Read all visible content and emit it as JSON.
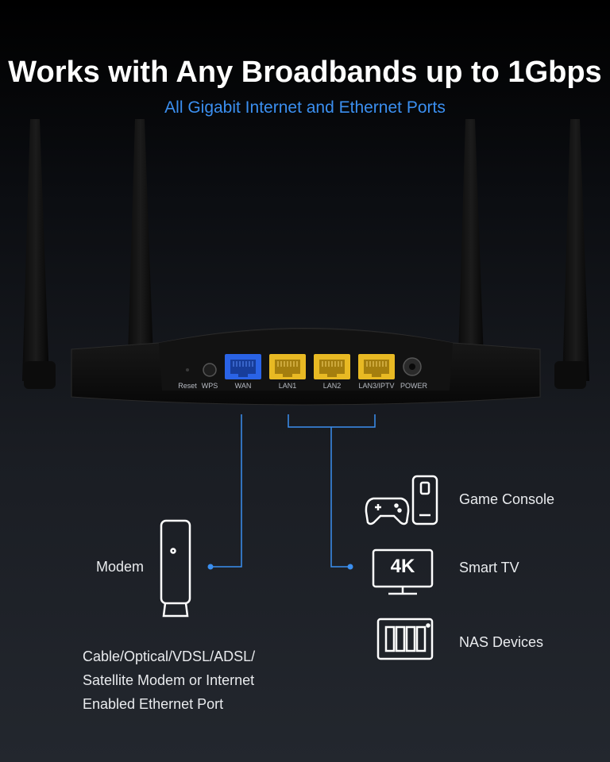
{
  "header": {
    "title": "Works with Any Broadbands up to 1Gbps",
    "subtitle": "All Gigabit Internet and Ethernet Ports"
  },
  "router": {
    "ports": [
      {
        "label": "Reset"
      },
      {
        "label": "WPS"
      },
      {
        "label": "WAN",
        "color": "#2a63e6"
      },
      {
        "label": "LAN1",
        "color": "#e8b923"
      },
      {
        "label": "LAN2",
        "color": "#e8b923"
      },
      {
        "label": "LAN3/IPTV",
        "color": "#e8b923"
      },
      {
        "label": "POWER"
      }
    ]
  },
  "modem": {
    "label": "Modem",
    "description_lines": [
      "Cable/Optical/VDSL/ADSL/",
      "Satellite Modem or Internet",
      "Enabled Ethernet Port"
    ]
  },
  "devices": {
    "game_console": {
      "label": "Game Console"
    },
    "smart_tv": {
      "label": "Smart TV",
      "badge": "4K"
    },
    "nas": {
      "label": "NAS Devices"
    }
  },
  "colors": {
    "accent": "#3b8ff0",
    "wan_port": "#2a63e6",
    "lan_port": "#e8b923"
  }
}
